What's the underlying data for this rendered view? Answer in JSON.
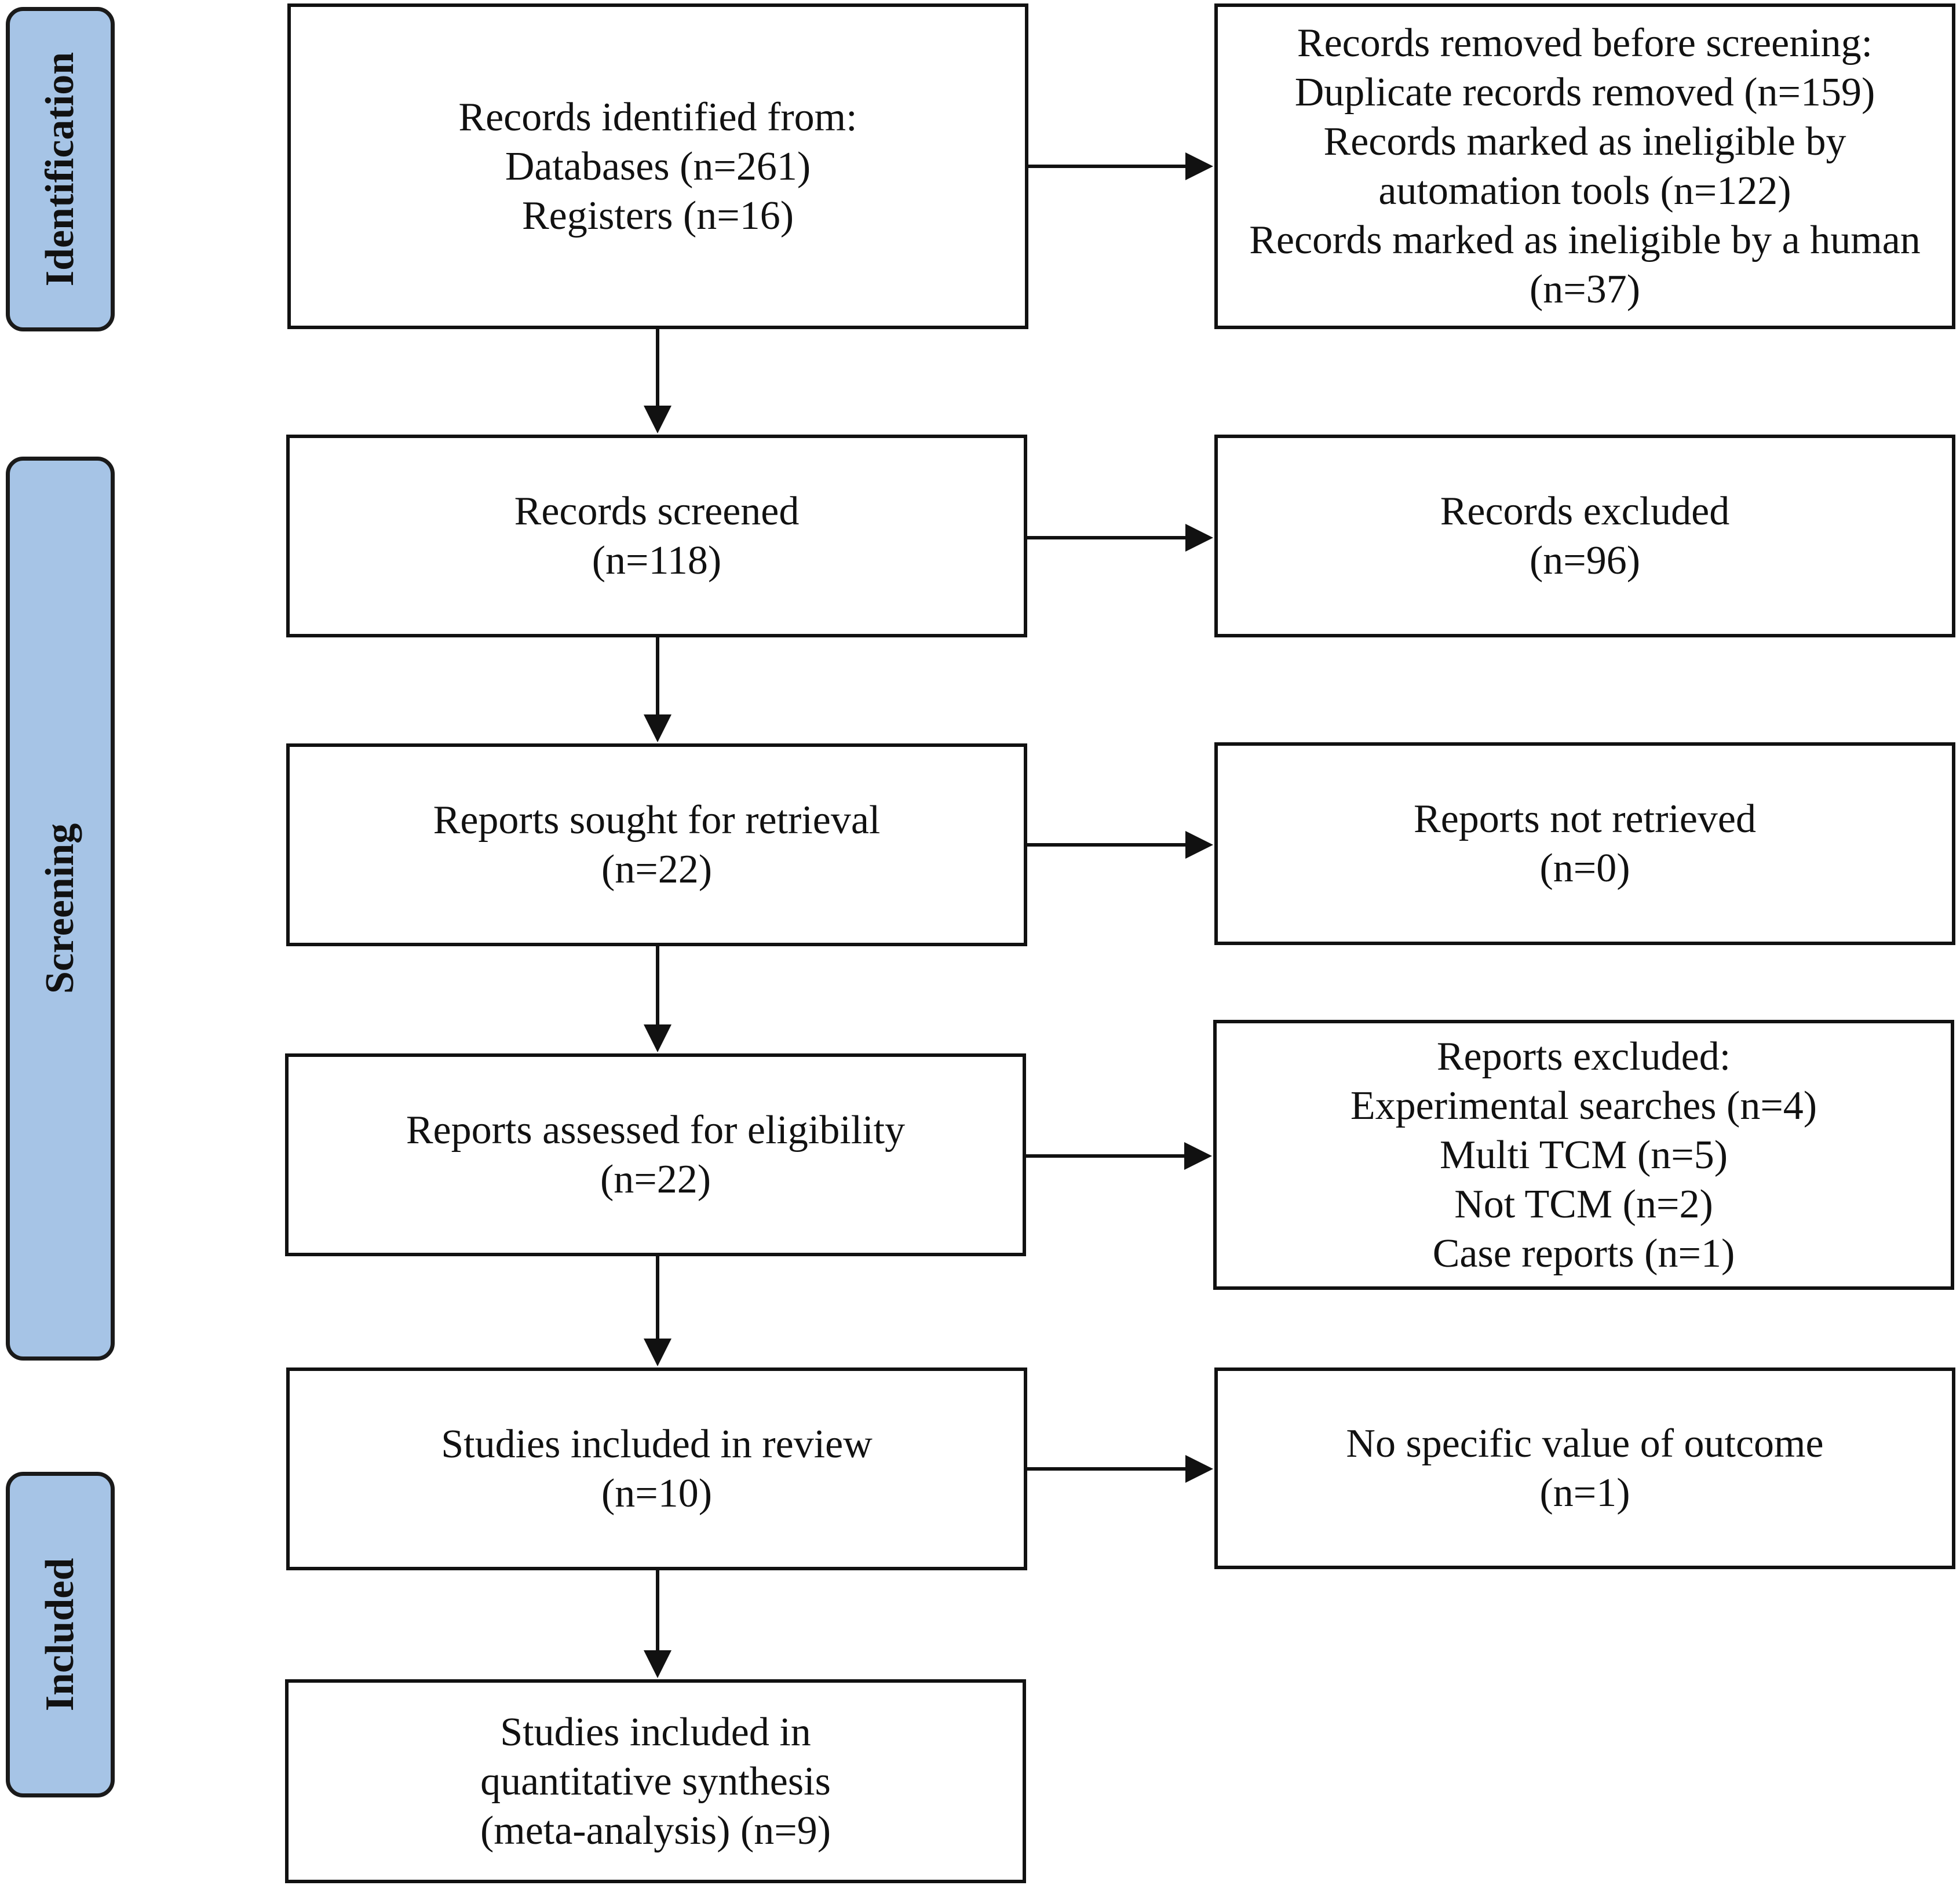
{
  "phases": {
    "identification": "Identification",
    "screening": "Screening",
    "included": "Included"
  },
  "boxes": {
    "records_identified": [
      "Records identified from:",
      "Databases (n=261)",
      "Registers (n=16)"
    ],
    "records_removed": [
      "Records removed before screening:",
      "Duplicate records removed (n=159)",
      "Records marked as ineligible by",
      "automation tools (n=122)",
      "Records marked as ineligible by a human",
      "(n=37)"
    ],
    "records_screened": [
      "Records screened",
      "(n=118)"
    ],
    "records_excluded": [
      "Records excluded",
      "(n=96)"
    ],
    "reports_sought": [
      "Reports sought for retrieval",
      "(n=22)"
    ],
    "reports_not_retrieved": [
      "Reports not retrieved",
      "(n=0)"
    ],
    "reports_assessed": [
      "Reports assessed for eligibility",
      "(n=22)"
    ],
    "reports_excluded": [
      "Reports excluded:",
      "Experimental searches (n=4)",
      "Multi TCM (n=5)",
      "Not TCM (n=2)",
      "Case reports (n=1)"
    ],
    "studies_included_review": [
      "Studies included in review",
      "(n=10)"
    ],
    "no_specific_value": [
      "No specific value of outcome",
      "(n=1)"
    ],
    "studies_quantitative": [
      "Studies included in",
      "quantitative synthesis",
      "(meta-analysis) (n=9)"
    ]
  },
  "colors": {
    "phase_fill": "#a6c4e6",
    "border": "#111111",
    "arrow": "#111111"
  }
}
